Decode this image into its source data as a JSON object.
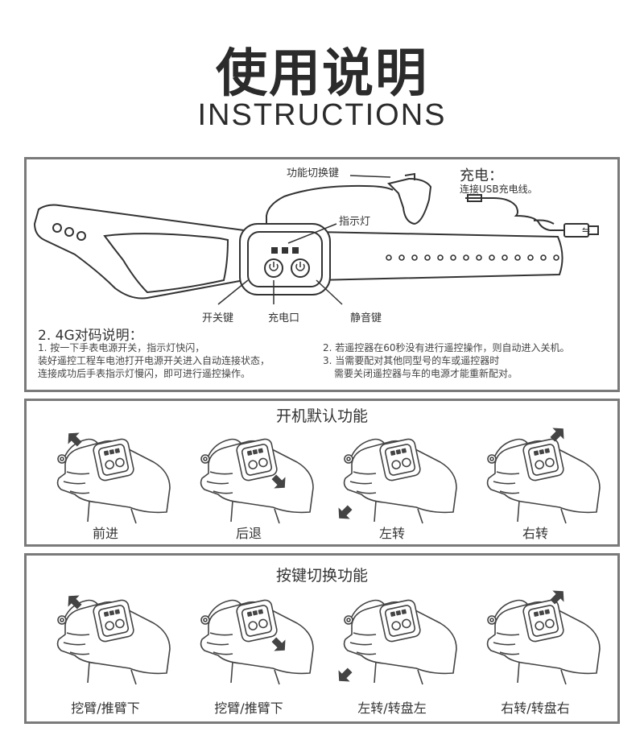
{
  "header": {
    "title_cn": "使用说明",
    "title_en": "INSTRUCTIONS"
  },
  "diagram": {
    "label_function_switch": "功能切换键",
    "label_charge_title": "充电：",
    "label_charge_desc": "连接USB充电线。",
    "label_indicator": "指示灯",
    "label_power": "开关键",
    "label_charge_port": "充电口",
    "label_mute": "静音键"
  },
  "pairing": {
    "title": "2. 4G对码说明：",
    "left_lines": [
      "1. 按一下手表电源开关，指示灯快闪，",
      "装好遥控工程车电池打开电源开关进入自动连接状态，",
      "连接成功后手表指示灯慢闪，即可进行遥控操作。"
    ],
    "right_lines": [
      "2. 若遥控器在60秒没有进行遥控操作，则自动进入关机。",
      "3. 当需要配对其他同型号的车或遥控器时",
      "需要关闭遥控器与车的电源才能重新配对。"
    ]
  },
  "default_functions": {
    "title": "开机默认功能",
    "items": [
      {
        "label": "前进",
        "arrow": "up-left"
      },
      {
        "label": "后退",
        "arrow": "down-right"
      },
      {
        "label": "左转",
        "arrow": "down-left"
      },
      {
        "label": "右转",
        "arrow": "up-right"
      }
    ]
  },
  "switch_functions": {
    "title": "按键切换功能",
    "items": [
      {
        "label": "挖臂/推臂下",
        "arrow": "up-left"
      },
      {
        "label": "挖臂/推臂下",
        "arrow": "down-right"
      },
      {
        "label": "左转/转盘左",
        "arrow": "down-left"
      },
      {
        "label": "右转/转盘右",
        "arrow": "up-right"
      }
    ]
  }
}
